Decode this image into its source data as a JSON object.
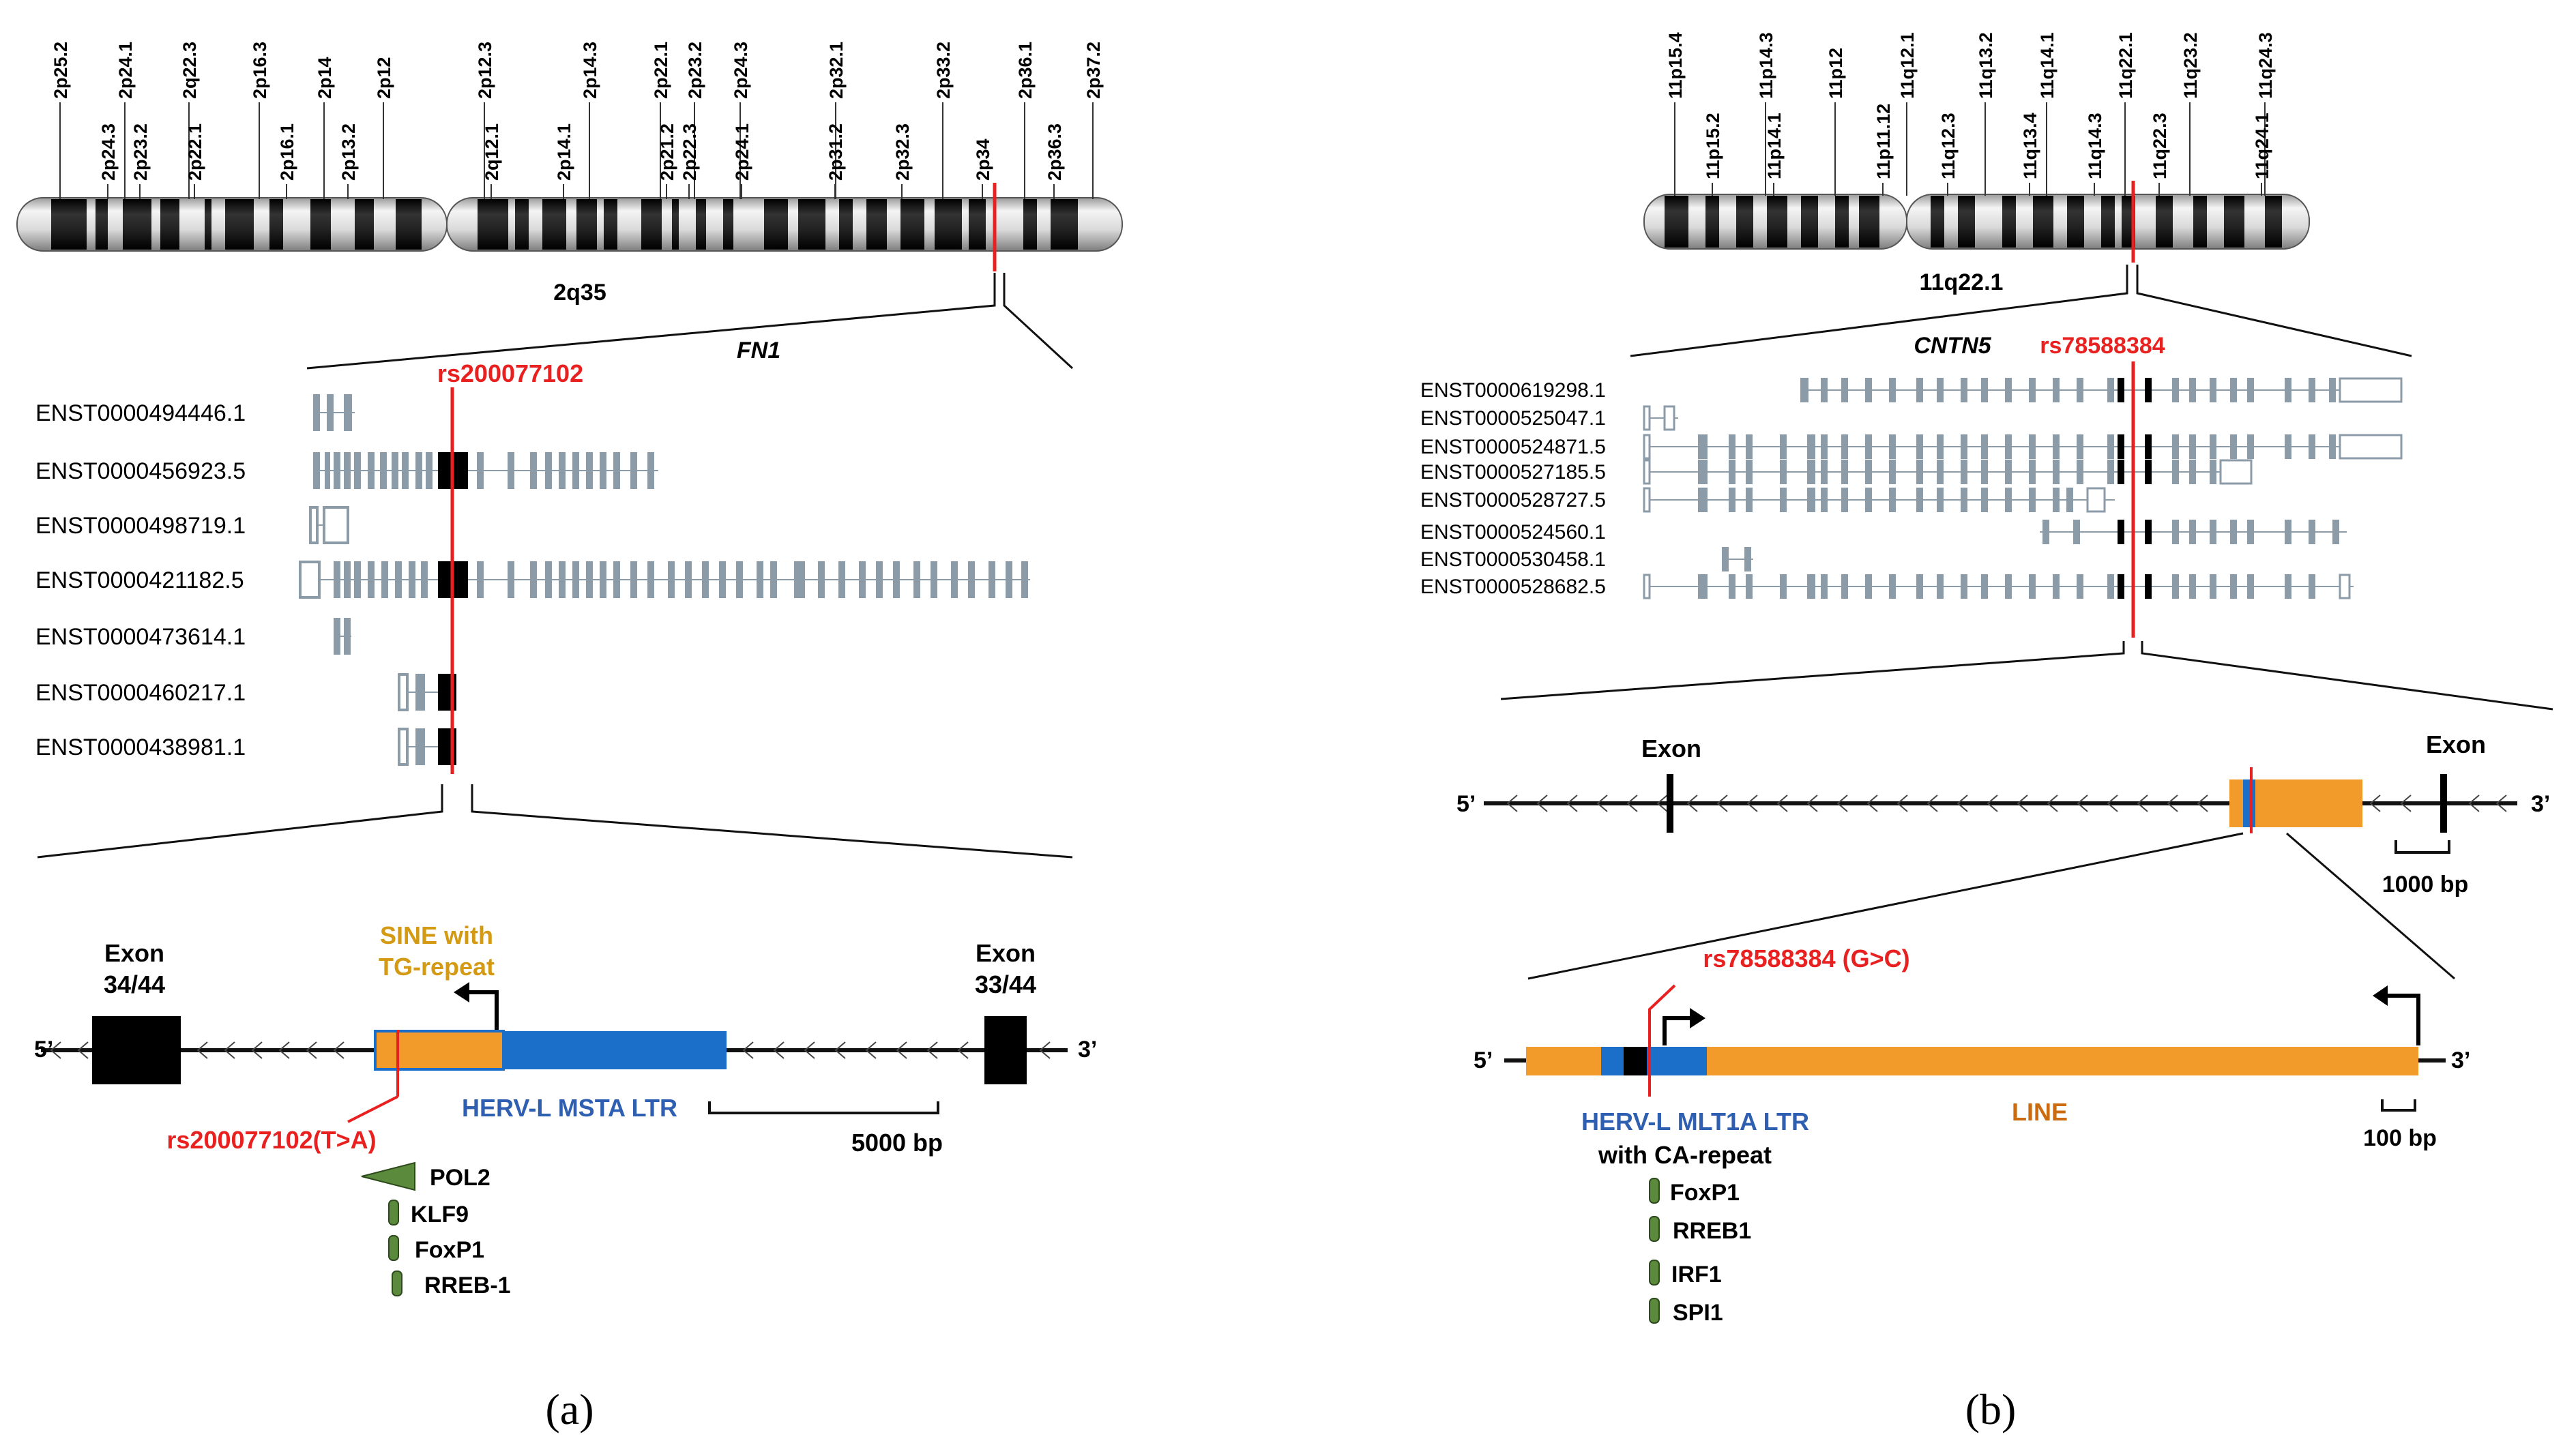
{
  "panel_a": {
    "label": "(a)",
    "bands_top": [
      "2p25.2",
      "2p24.1",
      "2q22.3",
      "2p16.3",
      "2p14",
      "2p12",
      "2p12.3",
      "2p14.3",
      "2p22.1",
      "2p23.2",
      "2p24.3",
      "2p32.1",
      "2p33.2",
      "2p36.1",
      "2p37.2"
    ],
    "bands_bottom": [
      "2p24.3",
      "2p23.2",
      "2p22.1",
      "2p16.1",
      "2p13.2",
      "2q12.1",
      "2p14.1",
      "2p21.2",
      "2p22.3",
      "2p24.1",
      "2p31.2",
      "2p32.3",
      "2p34",
      "2p36.3"
    ],
    "locus": "2q35",
    "gene": "FN1",
    "snp": "rs200077102",
    "transcripts": [
      "ENST0000494446.1",
      "ENST0000456923.5",
      "ENST0000498719.1",
      "ENST0000421182.5",
      "ENST0000473614.1",
      "ENST0000460217.1",
      "ENST0000438981.1"
    ],
    "exon_left": [
      "Exon",
      "34/44"
    ],
    "exon_right": [
      "Exon",
      "33/44"
    ],
    "sine_label": [
      "SINE with",
      "TG-repeat"
    ],
    "five_prime": "5’",
    "three_prime": "3’",
    "ltr_label": "HERV-L MSTA LTR",
    "snp_allele": "rs200077102(T>A)",
    "scale": "5000 bp",
    "tfbs": [
      "POL2",
      "KLF9",
      "FoxP1",
      "RREB-1"
    ]
  },
  "panel_b": {
    "label": "(b)",
    "bands_top": [
      "11p15.4",
      "11p14.3",
      "11p12",
      "11q12.1",
      "11q13.2",
      "11q14.1",
      "11q22.1",
      "11q23.2",
      "11q24.3"
    ],
    "bands_bottom": [
      "11p15.2",
      "11p14.1",
      "11p11.12",
      "11q12.3",
      "11q13.4",
      "11q14.3",
      "11q22.3",
      "11q24.1"
    ],
    "locus": "11q22.1",
    "gene": "CNTN5",
    "snp": "rs78588384",
    "transcripts": [
      "ENST0000619298.1",
      "ENST0000525047.1",
      "ENST0000524871.5",
      "ENST0000527185.5",
      "ENST0000528727.5",
      "ENST0000524560.1",
      "ENST0000530458.1",
      "ENST0000528682.5"
    ],
    "exon_left": "Exon",
    "exon_right": "Exon",
    "five_prime": "5’",
    "three_prime": "3’",
    "scale_1": "1000 bp",
    "snp_allele": "rs78588384 (G>C)",
    "ltr_label": "HERV-L MLT1A LTR",
    "ltr_sub": "with CA-repeat",
    "line_label": "LINE",
    "scale_2": "100 bp",
    "tfbs": [
      "FoxP1",
      "RREB1",
      "IRF1",
      "SPI1"
    ]
  },
  "colors": {
    "snp_red": "#e8201f",
    "orange": "#f29b2a",
    "blue": "#1b6fc9",
    "ltr_text_blue": "#2f5fb0",
    "sine_text": "#d49a14",
    "line_text": "#cc6a10",
    "exon_grey": "#8c9ba8",
    "tfbs_green": "#5c8a3c"
  }
}
